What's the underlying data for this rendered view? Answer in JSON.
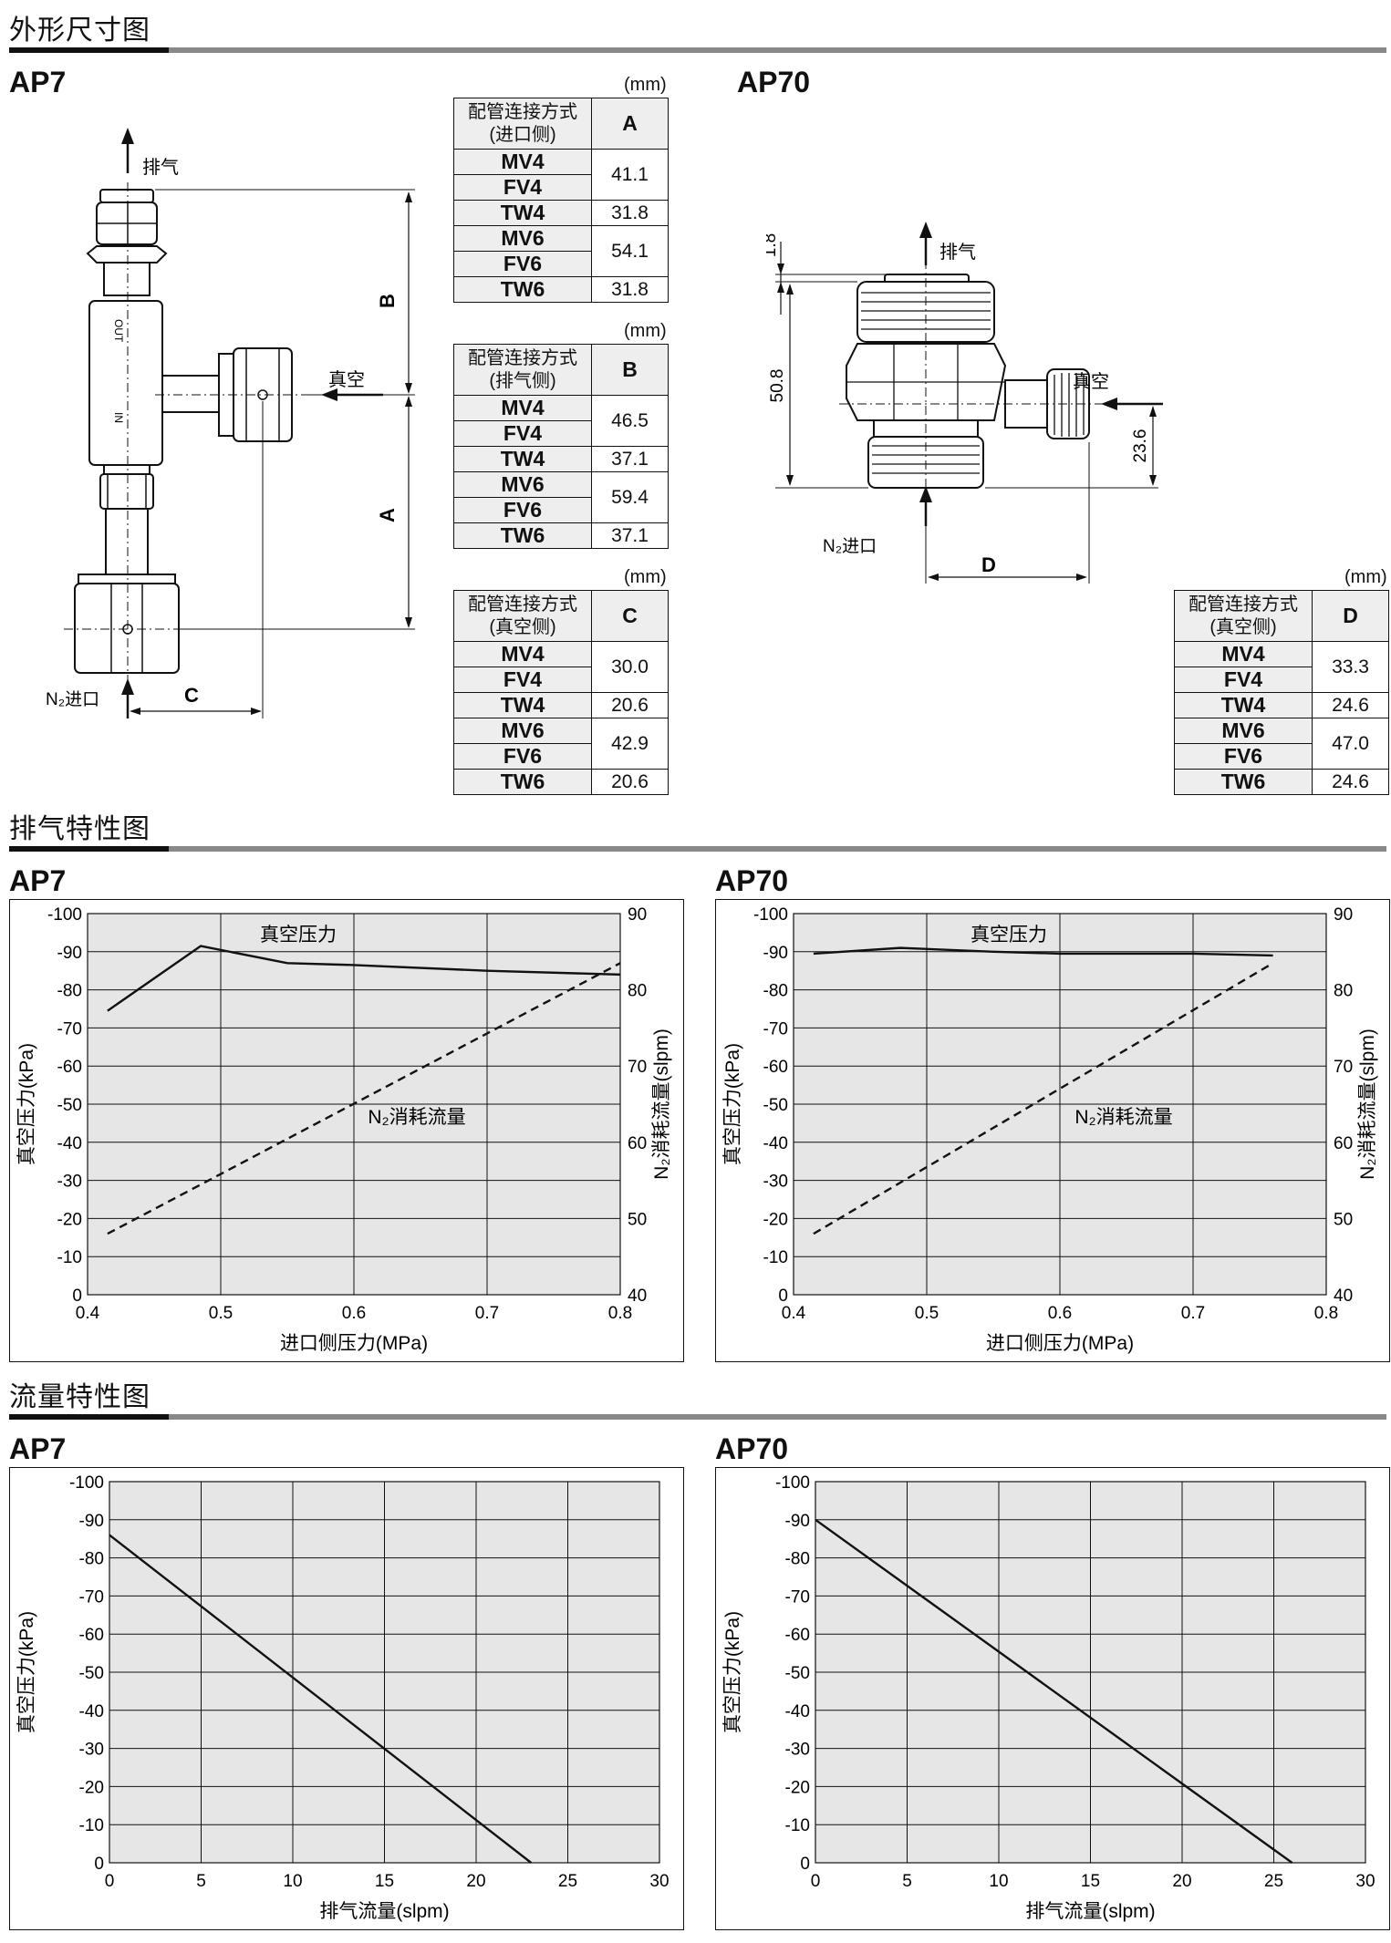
{
  "sections": {
    "dimensions": "外形尺寸图",
    "exhaust": "排气特性图",
    "flow": "流量特性图"
  },
  "models": {
    "ap7": "AP7",
    "ap70": "AP70"
  },
  "drawing_ap7": {
    "exhaust": "排气",
    "vacuum": "真空",
    "inlet": "N₂进口",
    "dim_a": "A",
    "dim_b": "B",
    "dim_c": "C",
    "out_mark": "OUT",
    "in_mark": "IN"
  },
  "drawing_ap70": {
    "exhaust": "排气",
    "vacuum": "真空",
    "inlet": "N₂进口",
    "dim_d": "D",
    "dim_18": "1.8",
    "dim_508": "50.8",
    "dim_236": "23.6"
  },
  "tables": {
    "unit": "(mm)",
    "a": {
      "header": [
        "配管连接方式",
        "(进口侧)"
      ],
      "col": "A",
      "rows": [
        {
          "types": [
            "MV4",
            "FV4"
          ],
          "value": "41.1"
        },
        {
          "types": [
            "TW4"
          ],
          "value": "31.8"
        },
        {
          "types": [
            "MV6",
            "FV6"
          ],
          "value": "54.1"
        },
        {
          "types": [
            "TW6"
          ],
          "value": "31.8"
        }
      ]
    },
    "b": {
      "header": [
        "配管连接方式",
        "(排气侧)"
      ],
      "col": "B",
      "rows": [
        {
          "types": [
            "MV4",
            "FV4"
          ],
          "value": "46.5"
        },
        {
          "types": [
            "TW4"
          ],
          "value": "37.1"
        },
        {
          "types": [
            "MV6",
            "FV6"
          ],
          "value": "59.4"
        },
        {
          "types": [
            "TW6"
          ],
          "value": "37.1"
        }
      ]
    },
    "c": {
      "header": [
        "配管连接方式",
        "(真空侧)"
      ],
      "col": "C",
      "rows": [
        {
          "types": [
            "MV4",
            "FV4"
          ],
          "value": "30.0"
        },
        {
          "types": [
            "TW4"
          ],
          "value": "20.6"
        },
        {
          "types": [
            "MV6",
            "FV6"
          ],
          "value": "42.9"
        },
        {
          "types": [
            "TW6"
          ],
          "value": "20.6"
        }
      ]
    },
    "d": {
      "header": [
        "配管连接方式",
        "(真空侧)"
      ],
      "col": "D",
      "rows": [
        {
          "types": [
            "MV4",
            "FV4"
          ],
          "value": "33.3"
        },
        {
          "types": [
            "TW4"
          ],
          "value": "24.6"
        },
        {
          "types": [
            "MV6",
            "FV6"
          ],
          "value": "47.0"
        },
        {
          "types": [
            "TW6"
          ],
          "value": "24.6"
        }
      ]
    }
  },
  "chart_data": [
    {
      "type": "line",
      "model": "AP7",
      "xlabel": "进口侧压力(MPa)",
      "ylabel": "真空压力(kPa)",
      "y2label": "N₂消耗流量(slpm)",
      "xlim": [
        0.4,
        0.8
      ],
      "ylim": [
        0,
        -100
      ],
      "y2lim": [
        40,
        90
      ],
      "xticks": [
        "0.4",
        "0.5",
        "0.6",
        "0.7",
        "0.8"
      ],
      "yticks": [
        "0",
        "-10",
        "-20",
        "-30",
        "-40",
        "-50",
        "-60",
        "-70",
        "-80",
        "-90",
        "-100"
      ],
      "y2ticks": [
        "40",
        "50",
        "60",
        "70",
        "80",
        "90"
      ],
      "grid": true,
      "series": [
        {
          "name": "真空压力",
          "axis": "left",
          "style": "solid",
          "x": [
            0.415,
            0.485,
            0.55,
            0.6,
            0.7,
            0.8
          ],
          "y": [
            -74.5,
            -91.5,
            -87,
            -86.5,
            -85,
            -84
          ]
        },
        {
          "name": "N₂消耗流量",
          "axis": "right",
          "style": "dashed",
          "x": [
            0.415,
            0.8
          ],
          "y": [
            48,
            83.5
          ]
        }
      ]
    },
    {
      "type": "line",
      "model": "AP70",
      "xlabel": "进口侧压力(MPa)",
      "ylabel": "真空压力(kPa)",
      "y2label": "N₂消耗流量(slpm)",
      "xlim": [
        0.4,
        0.8
      ],
      "ylim": [
        0,
        -100
      ],
      "y2lim": [
        40,
        90
      ],
      "xticks": [
        "0.4",
        "0.5",
        "0.6",
        "0.7",
        "0.8"
      ],
      "yticks": [
        "0",
        "-10",
        "-20",
        "-30",
        "-40",
        "-50",
        "-60",
        "-70",
        "-80",
        "-90",
        "-100"
      ],
      "y2ticks": [
        "40",
        "50",
        "60",
        "70",
        "80",
        "90"
      ],
      "grid": true,
      "series": [
        {
          "name": "真空压力",
          "axis": "left",
          "style": "solid",
          "x": [
            0.415,
            0.48,
            0.55,
            0.6,
            0.7,
            0.76
          ],
          "y": [
            -89.5,
            -91,
            -90,
            -89.5,
            -89.5,
            -89
          ]
        },
        {
          "name": "N₂消耗流量",
          "axis": "right",
          "style": "dashed",
          "x": [
            0.415,
            0.76
          ],
          "y": [
            48,
            83.5
          ]
        }
      ]
    },
    {
      "type": "line",
      "model": "AP7",
      "xlabel": "排气流量(slpm)",
      "ylabel": "真空压力(kPa)",
      "xlim": [
        0,
        30
      ],
      "ylim": [
        0,
        -100
      ],
      "xticks": [
        "0",
        "5",
        "10",
        "15",
        "20",
        "25",
        "30"
      ],
      "yticks": [
        "0",
        "-10",
        "-20",
        "-30",
        "-40",
        "-50",
        "-60",
        "-70",
        "-80",
        "-90",
        "-100"
      ],
      "grid": true,
      "series": [
        {
          "style": "solid",
          "x": [
            0,
            23
          ],
          "y": [
            -86,
            0
          ]
        }
      ]
    },
    {
      "type": "line",
      "model": "AP70",
      "xlabel": "排气流量(slpm)",
      "ylabel": "真空压力(kPa)",
      "xlim": [
        0,
        30
      ],
      "ylim": [
        0,
        -100
      ],
      "xticks": [
        "0",
        "5",
        "10",
        "15",
        "20",
        "25",
        "30"
      ],
      "yticks": [
        "0",
        "-10",
        "-20",
        "-30",
        "-40",
        "-50",
        "-60",
        "-70",
        "-80",
        "-90",
        "-100"
      ],
      "grid": true,
      "series": [
        {
          "style": "solid",
          "x": [
            0,
            26
          ],
          "y": [
            -90,
            0
          ]
        }
      ]
    }
  ],
  "chart_labels": {
    "vac1": "真空压力",
    "n2_1": "N₂消耗流量",
    "vac2": "真空压力",
    "n2_2": "N₂消耗流量"
  },
  "colors": {
    "grid_bg": "#e6e6e6",
    "line": "#111111",
    "bar_gray": "#888888"
  }
}
